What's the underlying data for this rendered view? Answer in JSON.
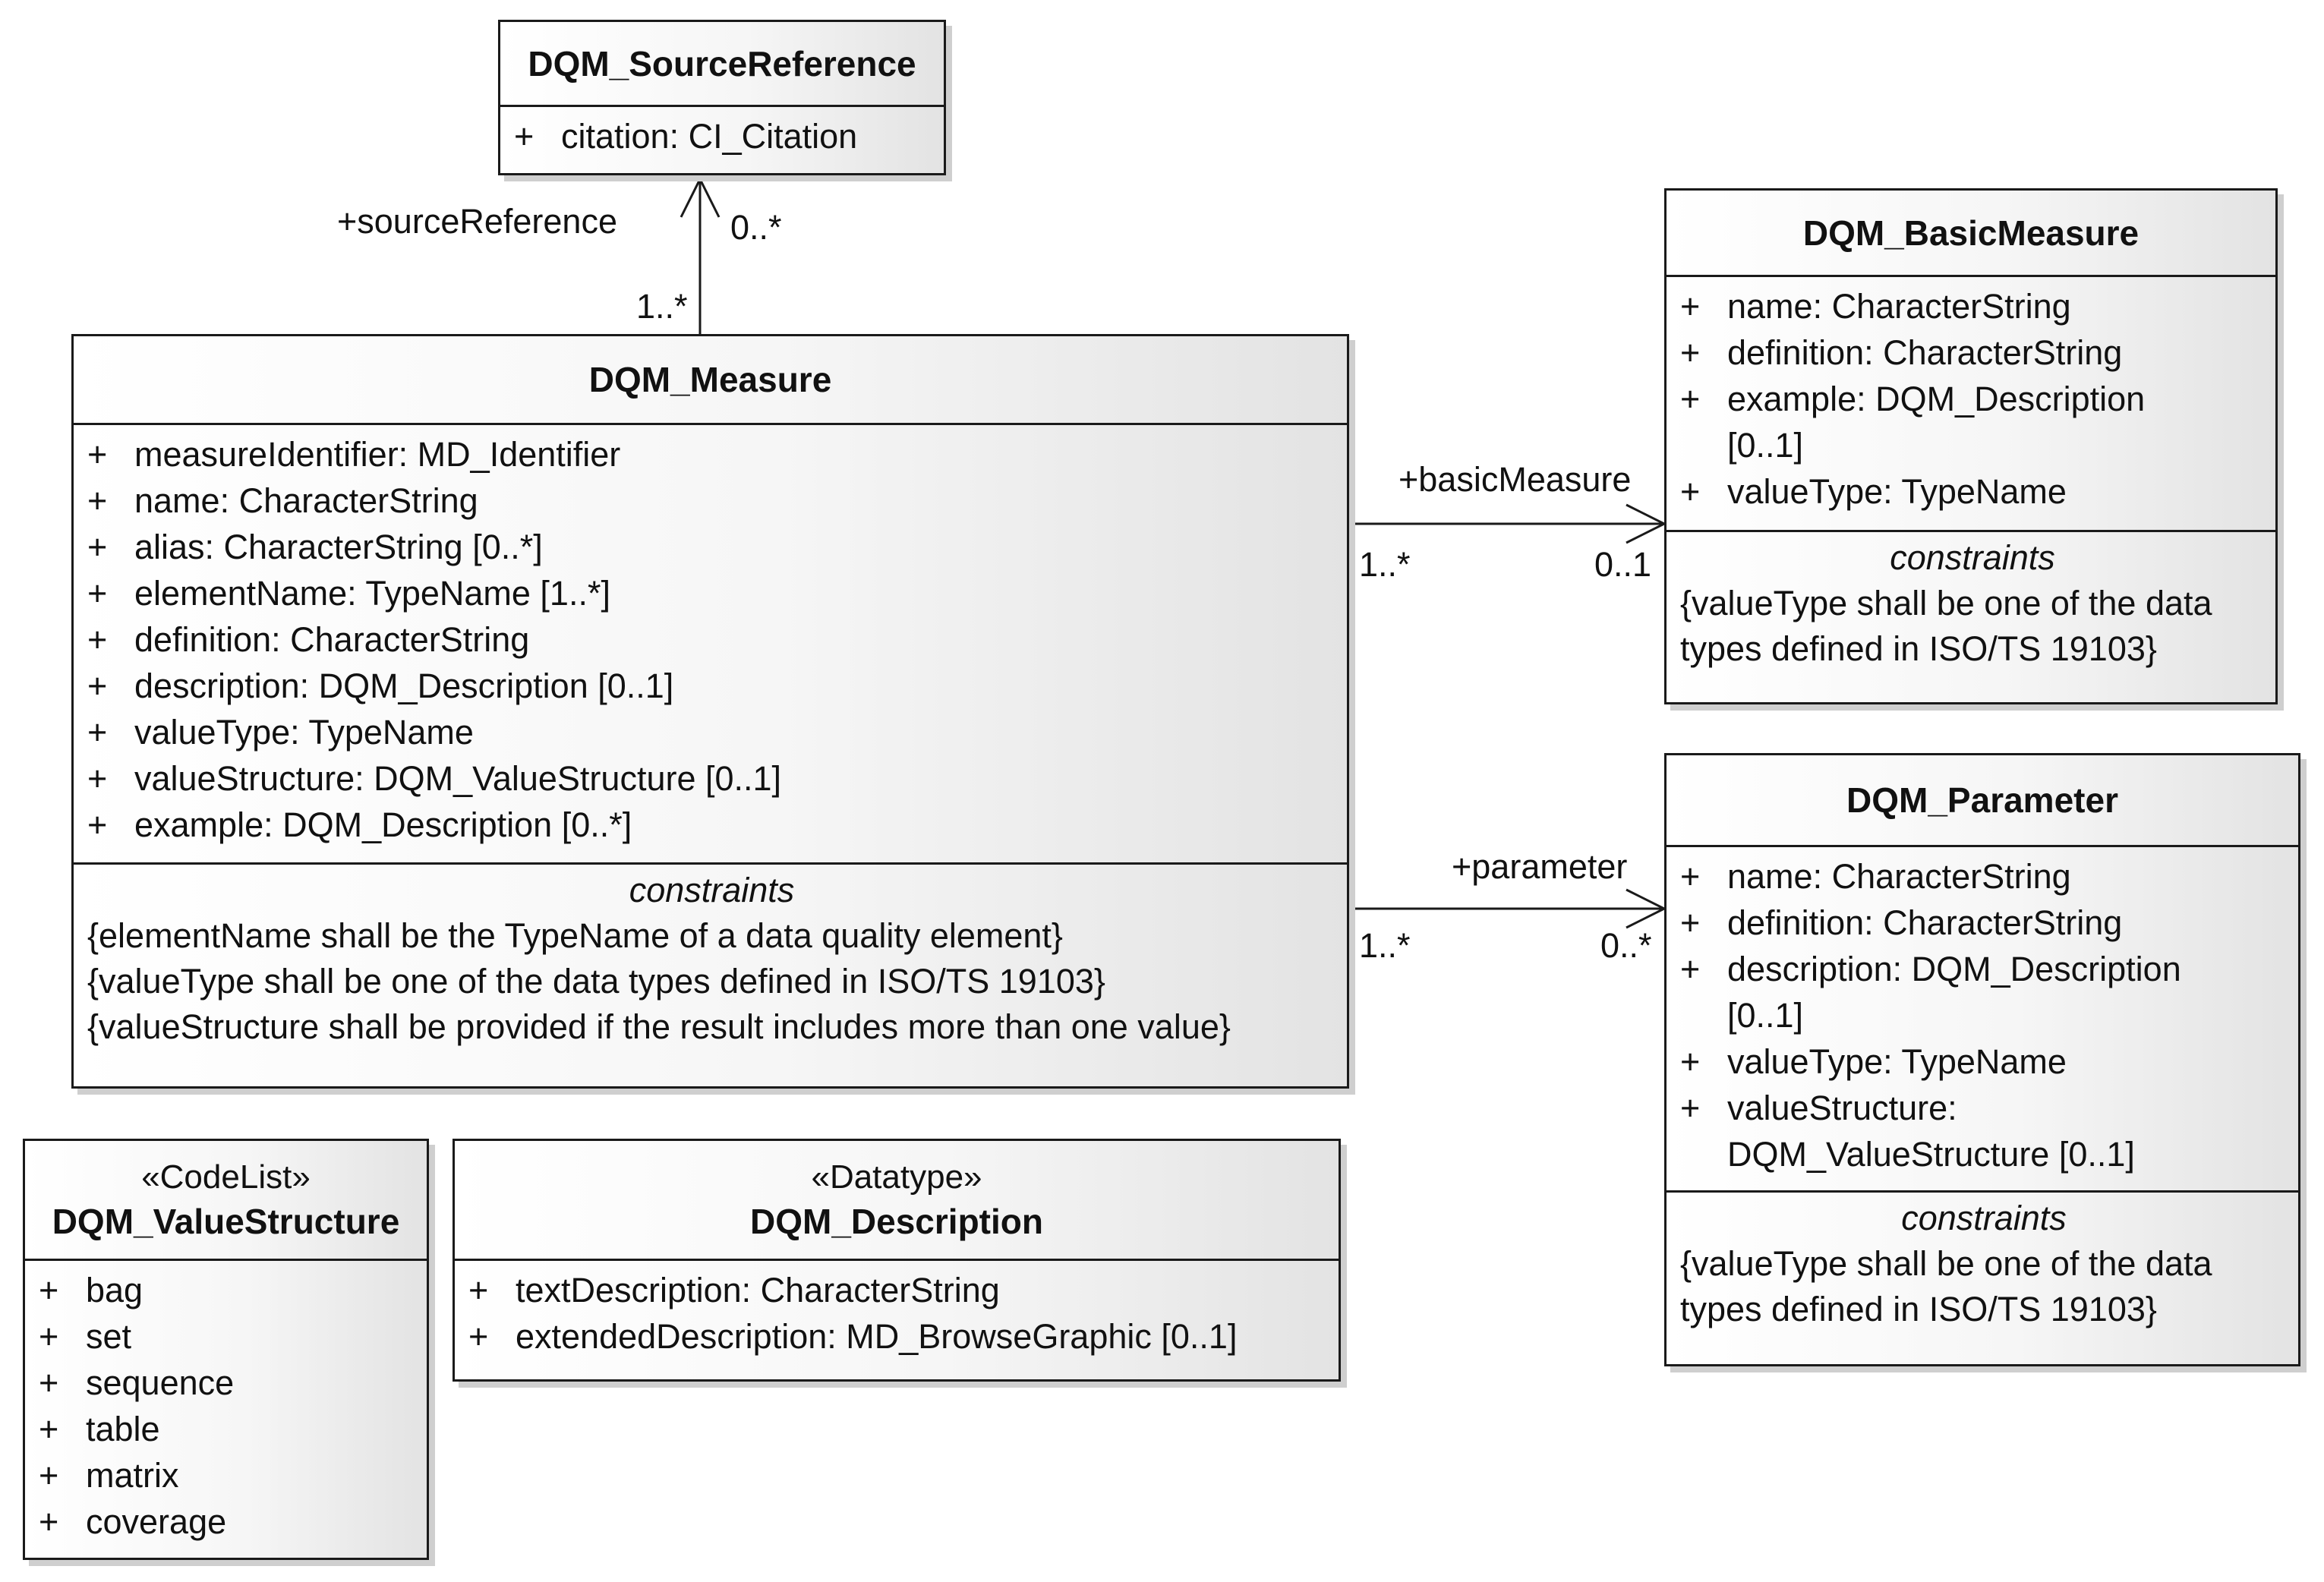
{
  "classes": {
    "source_reference": {
      "name": "DQM_SourceReference",
      "attributes": [
        {
          "vis": "+",
          "text": "citation: CI_Citation"
        }
      ]
    },
    "measure": {
      "name": "DQM_Measure",
      "attributes": [
        {
          "vis": "+",
          "text": "measureIdentifier: MD_Identifier"
        },
        {
          "vis": "+",
          "text": "name: CharacterString"
        },
        {
          "vis": "+",
          "text": "alias: CharacterString [0..*]"
        },
        {
          "vis": "+",
          "text": "elementName: TypeName [1..*]"
        },
        {
          "vis": "+",
          "text": "definition: CharacterString"
        },
        {
          "vis": "+",
          "text": "description: DQM_Description [0..1]"
        },
        {
          "vis": "+",
          "text": "valueType: TypeName"
        },
        {
          "vis": "+",
          "text": "valueStructure: DQM_ValueStructure [0..1]"
        },
        {
          "vis": "+",
          "text": "example: DQM_Description [0..*]"
        }
      ],
      "constraints_title": "constraints",
      "constraints": [
        "{elementName shall be the TypeName of a data quality element}",
        "{valueType shall be one of the data types defined in ISO/TS 19103}",
        "{valueStructure shall be provided if the result includes more than one value}"
      ]
    },
    "basic_measure": {
      "name": "DQM_BasicMeasure",
      "attributes": [
        {
          "vis": "+",
          "text": "name: CharacterString"
        },
        {
          "vis": "+",
          "text": "definition: CharacterString"
        },
        {
          "vis": "+",
          "text": "example: DQM_Description [0..1]"
        },
        {
          "vis": "+",
          "text": "valueType: TypeName"
        }
      ],
      "constraints_title": "constraints",
      "constraints": [
        "{valueType shall be one of the data",
        "types defined in ISO/TS 19103}"
      ]
    },
    "parameter": {
      "name": "DQM_Parameter",
      "attributes": [
        {
          "vis": "+",
          "text": "name: CharacterString"
        },
        {
          "vis": "+",
          "text": "definition: CharacterString"
        },
        {
          "vis": "+",
          "text": "description: DQM_Description [0..1]"
        },
        {
          "vis": "+",
          "text": "valueType: TypeName"
        },
        {
          "vis": "+",
          "text": "valueStructure: DQM_ValueStructure [0..1]"
        }
      ],
      "constraints_title": "constraints",
      "constraints": [
        "{valueType shall be one of the data",
        "types defined in ISO/TS 19103}"
      ]
    },
    "value_structure": {
      "stereotype": "«CodeList»",
      "name": "DQM_ValueStructure",
      "attributes": [
        {
          "vis": "+",
          "text": "bag"
        },
        {
          "vis": "+",
          "text": "set"
        },
        {
          "vis": "+",
          "text": "sequence"
        },
        {
          "vis": "+",
          "text": "table"
        },
        {
          "vis": "+",
          "text": "matrix"
        },
        {
          "vis": "+",
          "text": "coverage"
        }
      ]
    },
    "description": {
      "stereotype": "«Datatype»",
      "name": "DQM_Description",
      "attributes": [
        {
          "vis": "+",
          "text": "textDescription: CharacterString"
        },
        {
          "vis": "+",
          "text": "extendedDescription: MD_BrowseGraphic [0..1]"
        }
      ]
    }
  },
  "associations": {
    "source_reference": {
      "role": "+sourceReference",
      "source_mult": "1..*",
      "target_mult": "0..*"
    },
    "basic_measure": {
      "role": "+basicMeasure",
      "source_mult": "1..*",
      "target_mult": "0..1"
    },
    "parameter": {
      "role": "+parameter",
      "source_mult": "1..*",
      "target_mult": "0..*"
    }
  }
}
